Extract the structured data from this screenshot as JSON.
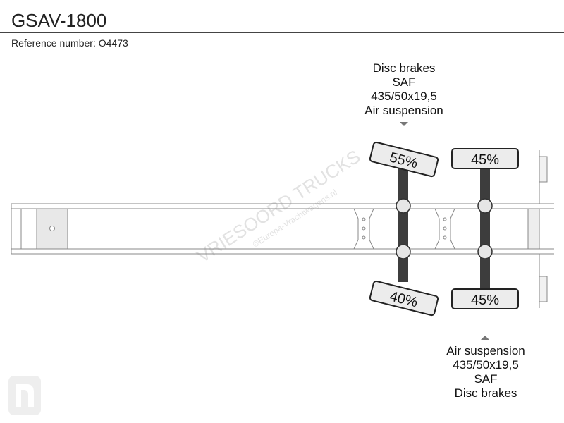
{
  "header": {
    "title": "GSAV-1800",
    "reference": "Reference number: O4473"
  },
  "watermark": {
    "brand": "VRIESOORD TRUCKS",
    "site": "©Europa-Vrachtwagens.nl"
  },
  "front_axle": {
    "specs": [
      "Disc brakes",
      "SAF",
      "435/50x19,5",
      "Air suspension"
    ],
    "top_load": "55%",
    "bottom_load": "40%"
  },
  "rear_axle": {
    "specs": [
      "Air suspension",
      "435/50x19,5",
      "SAF",
      "Disc brakes"
    ],
    "top_load": "45%",
    "bottom_load": "45%"
  },
  "colors": {
    "axle": "#3d3d3d",
    "wheel_fill": "#e6e6e6",
    "frame_line": "#888888"
  }
}
